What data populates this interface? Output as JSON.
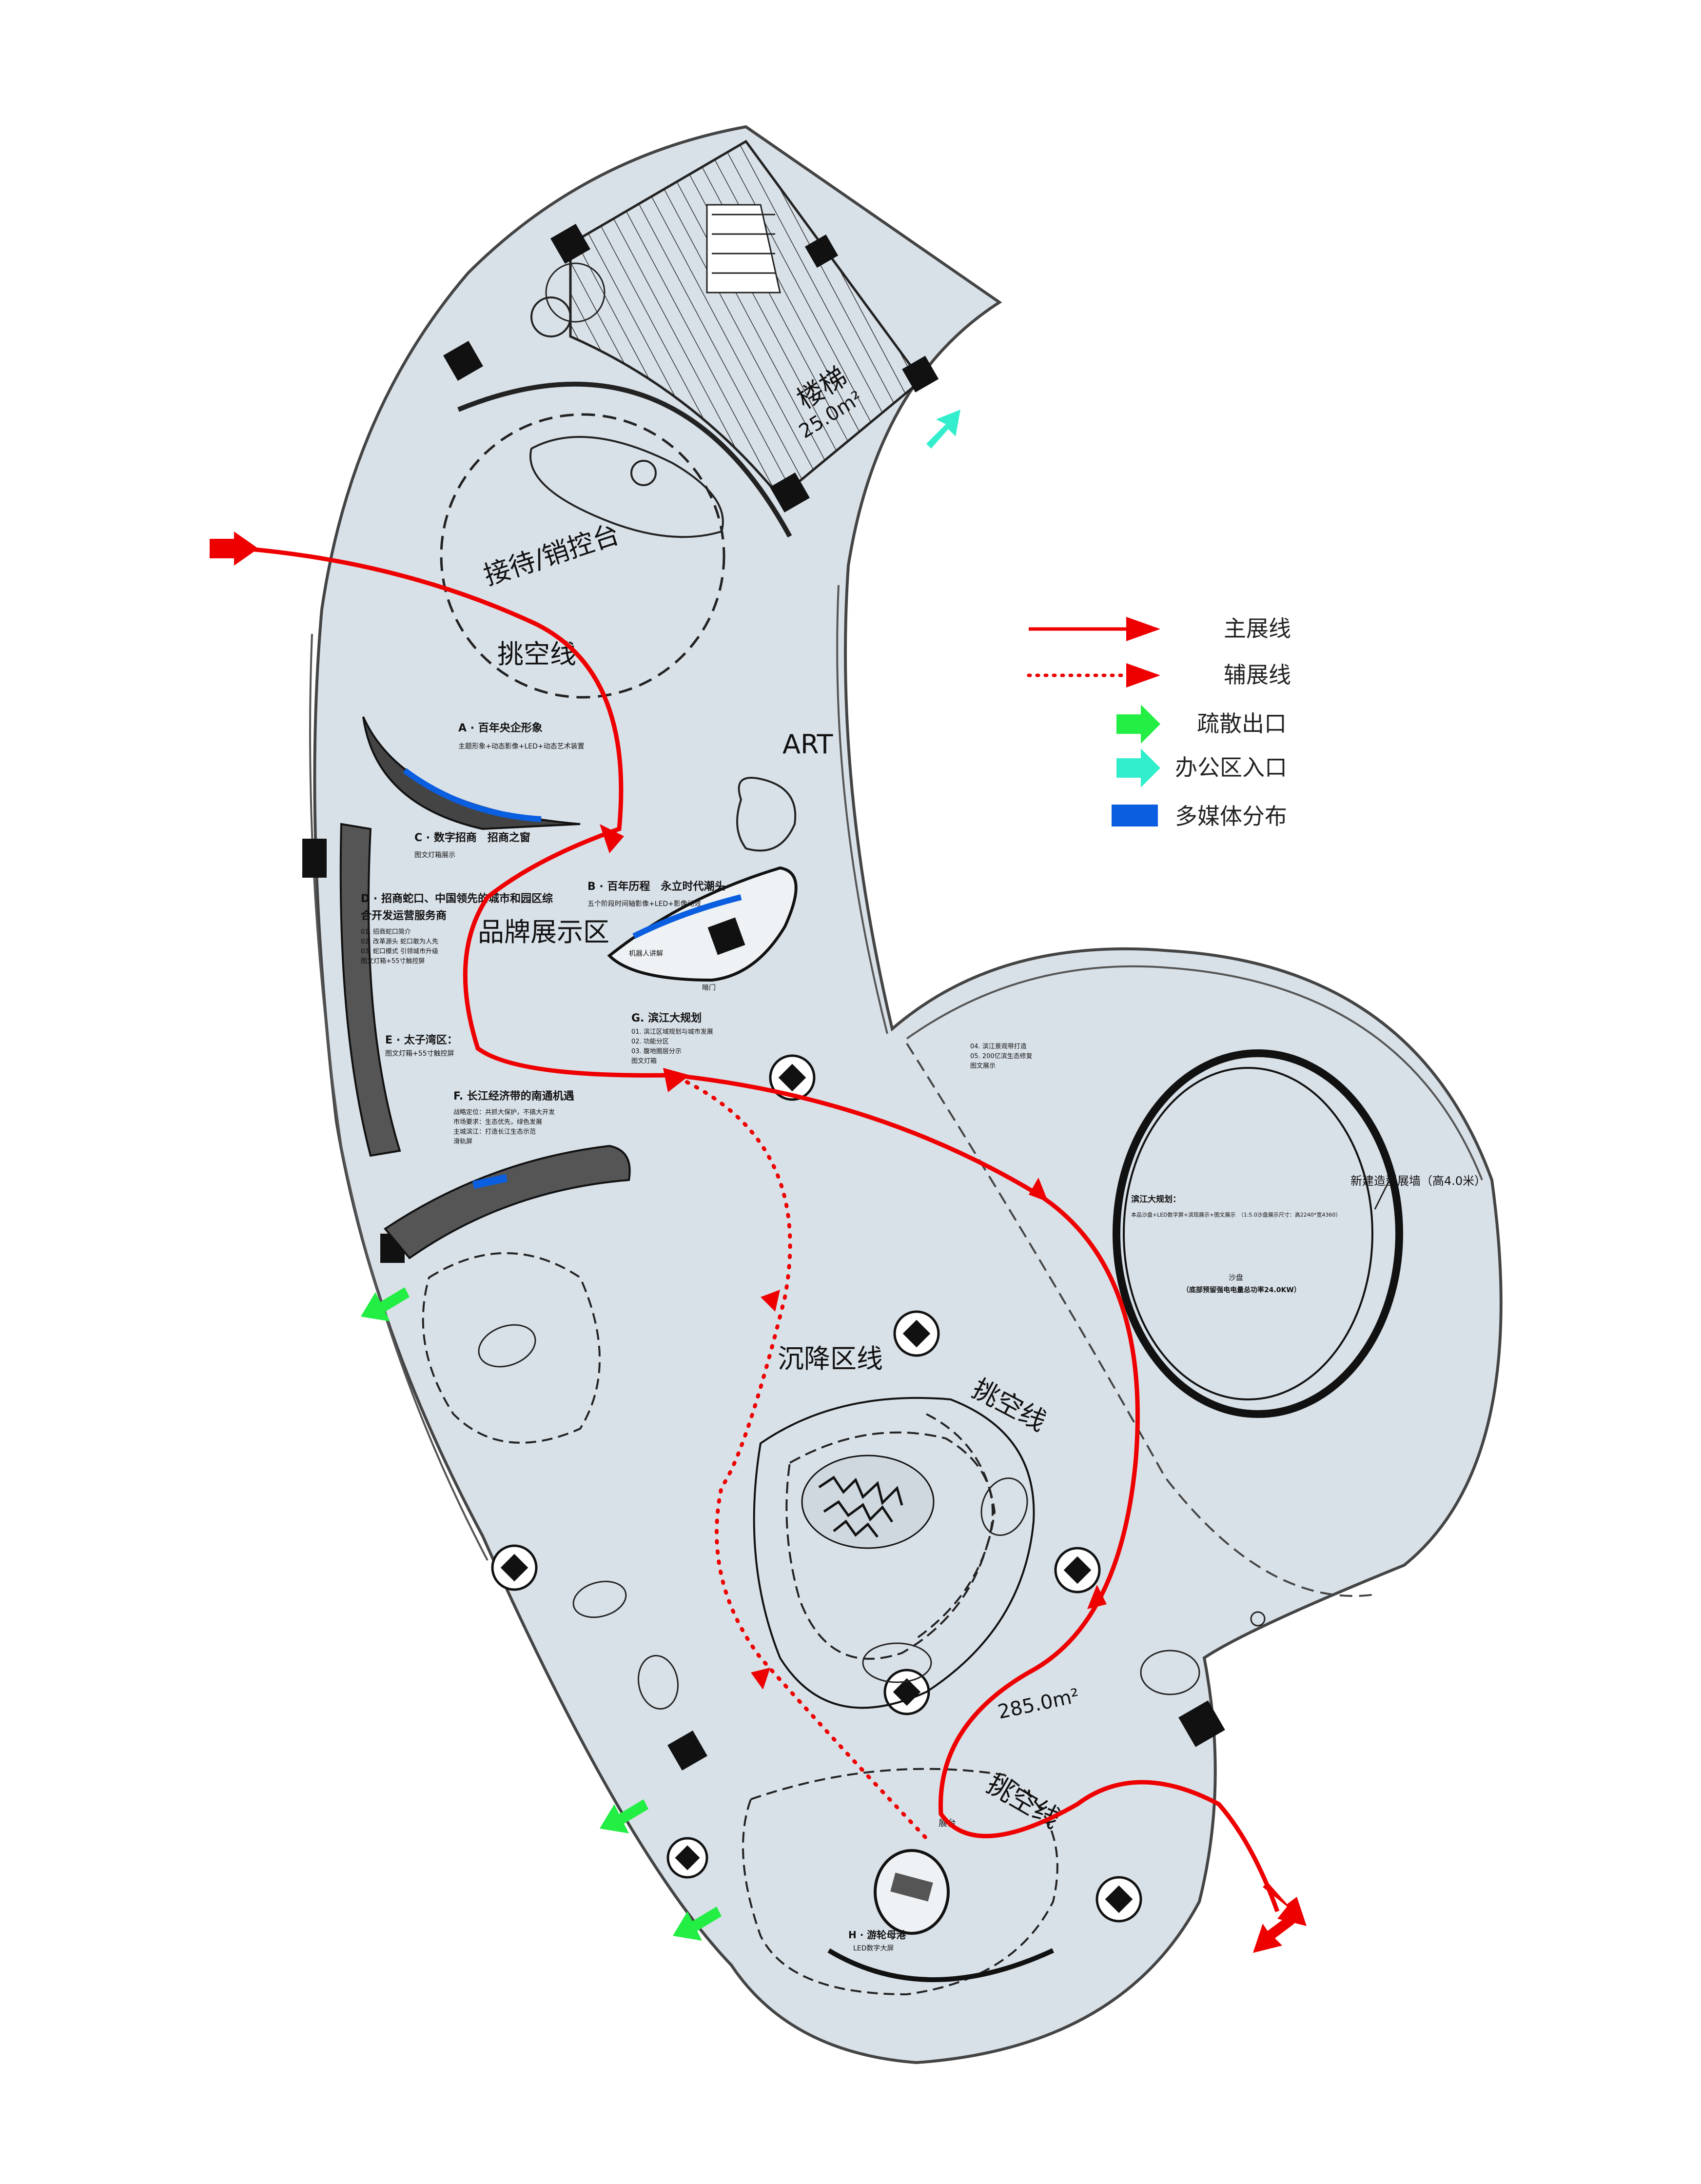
{
  "labels": {
    "stair": "楼梯",
    "stair_area": "25.0m²",
    "reception": "接待/销控台",
    "overhang_1": "挑空线",
    "overhang_2": "挑空线",
    "overhang_3": "挑空线",
    "art": "ART",
    "brand_zone": "品牌展示区",
    "sunken_line": "沉降区线",
    "hall_area": "285.0m²",
    "stage": "展台",
    "sand_table": "沙盘",
    "new_wall": "新建造型展墙（高4.0米）"
  },
  "zones": {
    "a_title": "A · 百年央企形象",
    "a_desc": "主题形象+动态影像+LED+动态艺术装置",
    "b_title": "B · 百年历程　永立时代潮头",
    "b_desc": "五个阶段时间轴影像+LED+影像动效",
    "b_sub1": "机器人讲解",
    "b_sub2": "暗门",
    "c_title": "C · 数字招商　招商之窗",
    "c_desc": "图文灯箱展示",
    "d_title_1": "D · 招商蛇口、中国领先的城市和园区综",
    "d_title_2": "合开发运营服务商",
    "d_l1": "01. 招商蛇口简介",
    "d_l2": "02. 改革源头 蛇口敢为人先",
    "d_l3": "03. 蛇口模式 引领城市升级",
    "d_l4": "图文灯箱+55寸触控屏",
    "e_title": "E · 太子湾区：",
    "e_desc": "图文灯箱+55寸触控屏",
    "f_title": "F. 长江经济带的南通机遇",
    "f_l1": "战略定位：共抓大保护，不搞大开发",
    "f_l2": "市场要求：生态优先，绿色发展",
    "f_l3": "主城滨江：打造长江生态示范",
    "f_l4": "滑轨屏",
    "g_title": "G. 滨江大规划",
    "g_l1": "01. 滨江区域规划与城市发展",
    "g_l2": "02. 功能分区",
    "g_l3": "03. 腹地圈层分示",
    "g_l4": "图文灯箱",
    "g2_l1": "04. 滨江景观带打造",
    "g2_l2": "05. 200亿滨生态修复",
    "g2_l3": "图文展示",
    "h_title": "H · 游轮母港",
    "h_desc": "LED数字大屏",
    "sand_title": "滨江大规划：",
    "sand_desc": "本品沙盘+LED数字屏+滨现展示+图文展示　（1:5.0沙盘展示尺寸：高2240*宽4360）",
    "sand_note": "（底部预留强电电量总功率24.0KW）"
  },
  "legend": [
    {
      "label": "主展线",
      "icon": "red-solid-arrow-icon"
    },
    {
      "label": "辅展线",
      "icon": "red-dotted-arrow-icon"
    },
    {
      "label": "疏散出口",
      "icon": "green-arrow-icon"
    },
    {
      "label": "办公区入口",
      "icon": "cyan-arrow-icon"
    },
    {
      "label": "多媒体分布",
      "icon": "blue-box-icon"
    }
  ],
  "colors": {
    "floor": "#d9e1e8",
    "main_route": "#ee0000",
    "exit": "#22ee44",
    "office": "#33eecc",
    "media": "#0a5ee0"
  }
}
